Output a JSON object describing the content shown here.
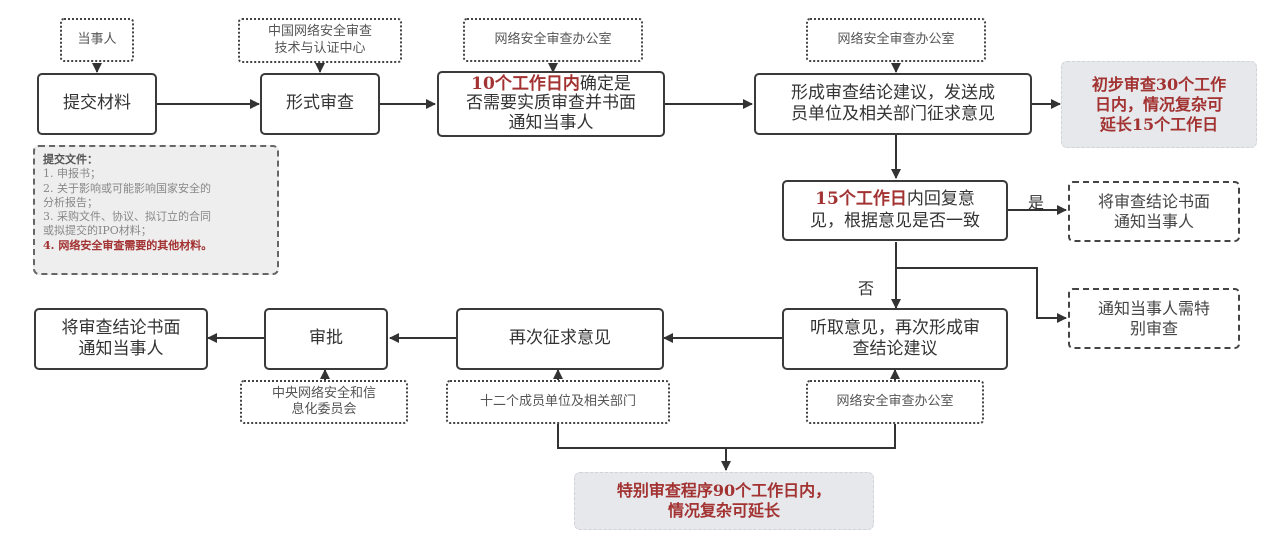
{
  "top_row": {
    "actor_party": "当事人",
    "actor_tech_center": [
      "中国网络安全审查",
      "技术与认证中心"
    ],
    "actor_office_1": "网络安全审查办公室",
    "actor_office_2": "网络安全审查办公室",
    "step_submit": "提交材料",
    "step_formal_review": "形式审查",
    "step_decide": {
      "highlight": "10个工作日内",
      "rest_line1": "确定是",
      "line2": "否需要实质审查并书面",
      "line3": "通知当事人"
    },
    "step_conclusion": [
      "形成审查结论建议，发送成",
      "员单位及相关部门征求意见"
    ],
    "note_initial": [
      "初步审查30个工作",
      "日内，情况复杂可",
      "延长15个工作日"
    ]
  },
  "submitted_files": {
    "title": "提交文件：",
    "items": [
      "1. 申报书；",
      "2. 关于影响或可能影响国家安全的",
      "分析报告；",
      "3. 采购文件、协议、拟订立的合同",
      "或拟提交的IPO材料；"
    ],
    "last_item": "4. 网络安全审查需要的其他材料。"
  },
  "middle": {
    "step_reply": {
      "highlight": "15个工作日",
      "rest_line1": "内回复意",
      "line2": "见，根据意见是否一致"
    },
    "label_yes": "是",
    "label_no": "否",
    "outcome_notify": [
      "将审查结论书面",
      "通知当事人"
    ],
    "outcome_special": [
      "通知当事人需特",
      "别审查"
    ]
  },
  "bottom_row": {
    "step_listen": [
      "听取意见，再次形成审",
      "查结论建议"
    ],
    "step_resolicit": "再次征求意见",
    "step_approve": "审批",
    "step_final_notify": [
      "将审查结论书面",
      "通知当事人"
    ],
    "actor_central_committee": [
      "中央网络安全和信",
      "息化委员会"
    ],
    "actor_member_units": "十二个成员单位及相关部门",
    "actor_office_3": "网络安全审查办公室",
    "note_special": [
      "特别审查程序90个工作日内，",
      "情况复杂可延长"
    ]
  }
}
